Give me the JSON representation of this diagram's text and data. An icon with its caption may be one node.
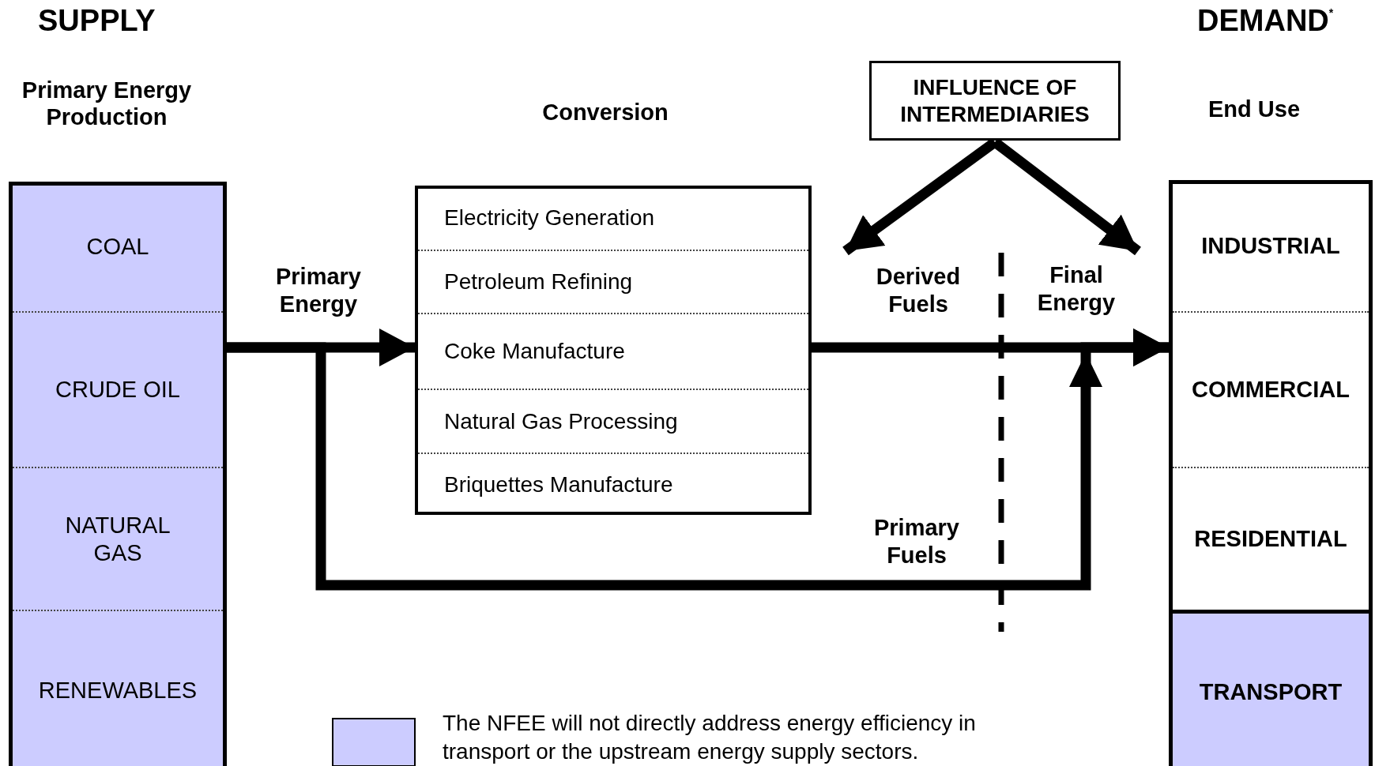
{
  "diagram": {
    "nodes": [
      {
        "text": [
          "Primary Energy Production"
        ]
      },
      {
        "text": [
          "COAL"
        ],
        "in": 0
      },
      {
        "text": [
          "CRUDE OIL"
        ],
        "in": 0
      },
      {
        "text": [
          "NATURAL GAS"
        ],
        "in": 0
      },
      {
        "text": [
          "RENEWABLES"
        ],
        "in": 0
      },
      {
        "text": [
          "Conversion"
        ]
      },
      {
        "text": [
          "Electricity Generation"
        ],
        "in": 5
      },
      {
        "text": [
          "Petroleum Refining"
        ],
        "in": 5
      },
      {
        "text": [
          "Coke Manufacture"
        ],
        "in": 5
      },
      {
        "text": [
          "Natural Gas Processing"
        ],
        "in": 5
      },
      {
        "text": [
          "Briquettes Manufacture"
        ],
        "in": 5
      },
      {
        "text": [
          "INFLUENCE OF INTERMEDIARIES"
        ]
      },
      {
        "text": [
          "End Use"
        ]
      },
      {
        "text": [
          "INDUSTRIAL"
        ],
        "in": 12
      },
      {
        "text": [
          "COMMERCIAL"
        ],
        "in": 12
      },
      {
        "text": [
          "RESIDENTIAL"
        ],
        "in": 12
      },
      {
        "text": [
          "TRANSPORT"
        ],
        "in": 12
      },
      {
        "text": [
          "Derived Fuels"
        ]
      },
      {
        "text": [
          "Final Energy"
        ]
      }
    ],
    "edges": [
      {
        "from": 0,
        "to": 5,
        "arrow": "to",
        "label": "Primary Energy"
      },
      {
        "from": 5,
        "to": 12,
        "arrow": "to"
      },
      {
        "from": 0,
        "to": 12,
        "arrow": "to",
        "label": "Primary Fuels"
      },
      {
        "from": 11,
        "to": 17,
        "arrow": "to"
      },
      {
        "from": 11,
        "to": 18,
        "arrow": "to"
      }
    ],
    "labels": [
      "SUPPLY",
      "DEMAND$^{*}$"
    ],
    "legend": [
      {
        "text": "The NFEE will not directly address energy efficiency in transport or the upstream energy supply sectors.",
        "color": "#ccccff"
      }
    ]
  }
}
